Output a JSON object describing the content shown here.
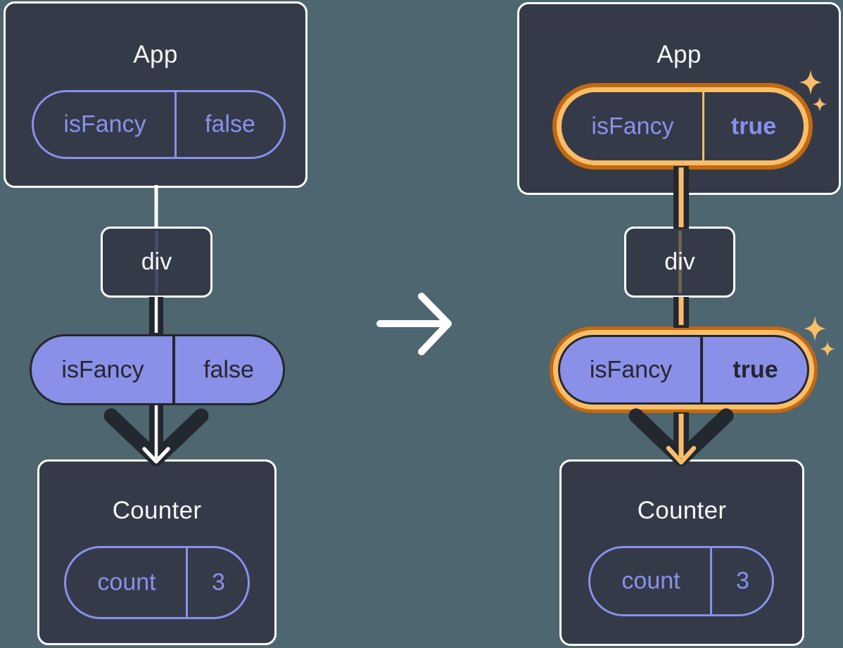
{
  "colors": {
    "background": "#4D6670",
    "box_fill": "#343A48",
    "box_border": "#FFFFFF",
    "dark": "#23272F",
    "purple": "#8891EC",
    "purple_fill": "#8A8FE7",
    "orange_dark": "#C26912",
    "orange_light": "#FABD68"
  },
  "left_tree": {
    "app": {
      "title": "App",
      "prop": {
        "name": "isFancy",
        "value": "false"
      }
    },
    "div_node": {
      "label": "div"
    },
    "passed_prop": {
      "name": "isFancy",
      "value": "false"
    },
    "counter": {
      "title": "Counter",
      "state": {
        "name": "count",
        "value": "3"
      }
    }
  },
  "right_tree": {
    "app": {
      "title": "App",
      "prop": {
        "name": "isFancy",
        "value": "true"
      }
    },
    "div_node": {
      "label": "div"
    },
    "passed_prop": {
      "name": "isFancy",
      "value": "true"
    },
    "counter": {
      "title": "Counter",
      "state": {
        "name": "count",
        "value": "3"
      }
    }
  }
}
